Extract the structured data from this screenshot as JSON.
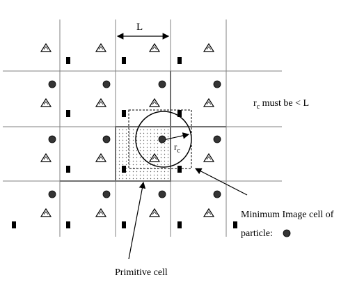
{
  "labels": {
    "box_length": "L",
    "constraint": "r",
    "constraint_sub": "c",
    "constraint_rest": " must be < L",
    "cutoff": "r",
    "cutoff_sub": "c",
    "min_image_line1": "Minimum Image cell of",
    "min_image_line2": "particle:",
    "primitive": "Primitive cell"
  },
  "colors": {
    "grid": "#808080",
    "bold_grid": "#707070",
    "ink": "#000000",
    "primitive_fill": "#c8c8c8"
  },
  "particle_types": [
    "triangle-icon",
    "square-icon",
    "circle-icon"
  ]
}
